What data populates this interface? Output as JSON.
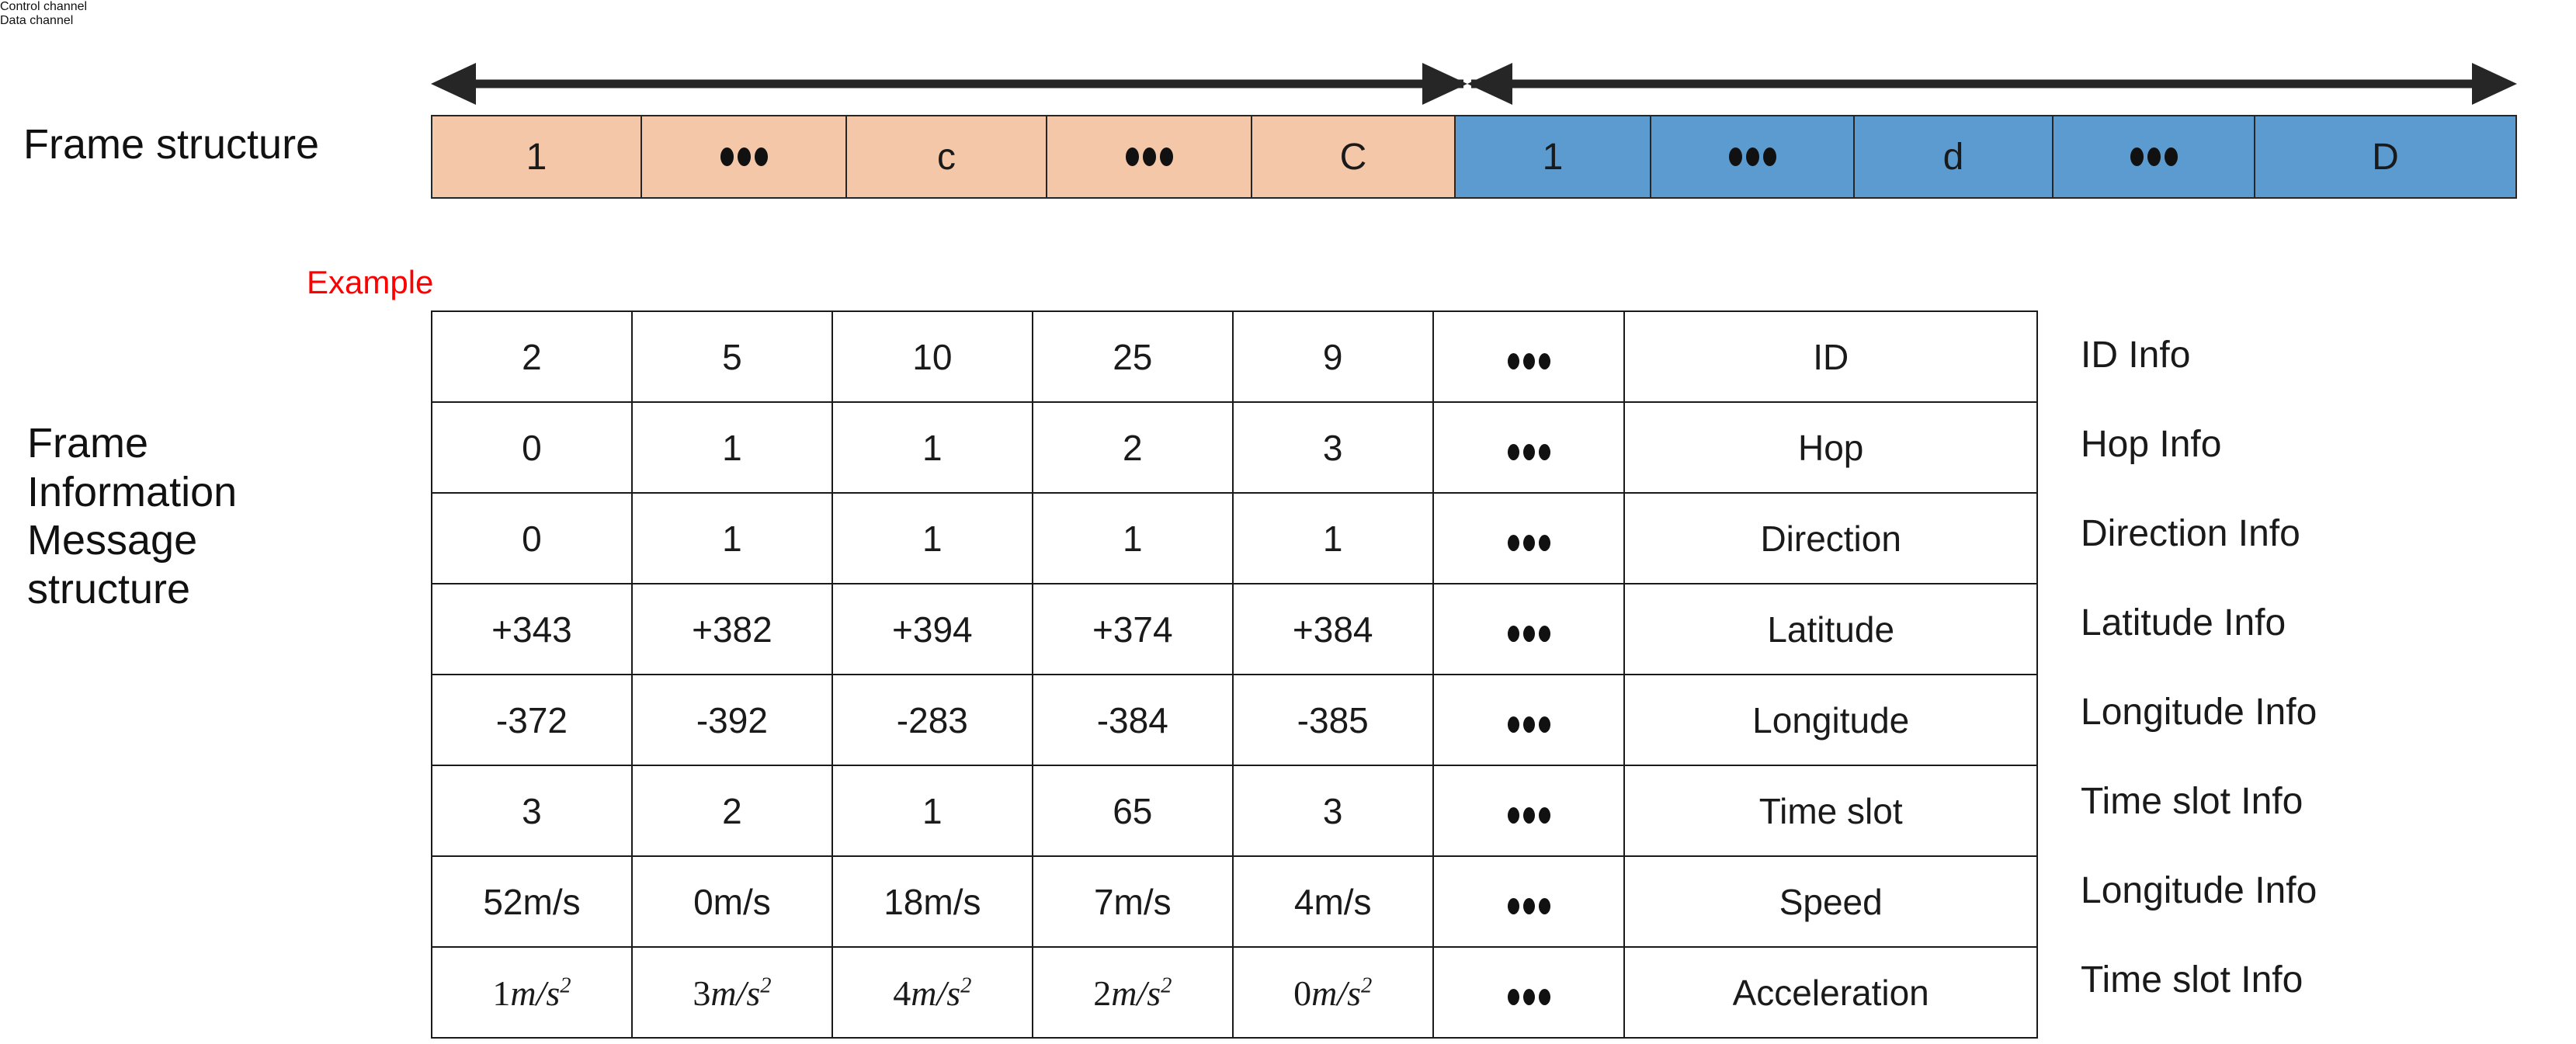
{
  "channels": {
    "control": {
      "label": "Control channel",
      "arrow_direction": "left",
      "color": "#F4C7A8"
    },
    "data": {
      "label": "Data channel",
      "arrow_direction": "right",
      "color": "#5B9BD0"
    }
  },
  "frame_structure": {
    "row_label": "Frame structure",
    "cells": [
      {
        "text": "1",
        "channel": "control",
        "is_ellipsis": false
      },
      {
        "text": "•••",
        "channel": "control",
        "is_ellipsis": true
      },
      {
        "text": "c",
        "channel": "control",
        "is_ellipsis": false
      },
      {
        "text": "•••",
        "channel": "control",
        "is_ellipsis": true
      },
      {
        "text": "C",
        "channel": "control",
        "is_ellipsis": false
      },
      {
        "text": "1",
        "channel": "data",
        "is_ellipsis": false
      },
      {
        "text": "•••",
        "channel": "data",
        "is_ellipsis": true
      },
      {
        "text": "d",
        "channel": "data",
        "is_ellipsis": false
      },
      {
        "text": "•••",
        "channel": "data",
        "is_ellipsis": true
      },
      {
        "text": "D",
        "channel": "data",
        "is_ellipsis": false
      }
    ]
  },
  "example_caption": "Example",
  "message_structure": {
    "row_label": "Frame\nInformation\nMessage\nstructure",
    "ellipsis_cell": "•••",
    "rows": [
      {
        "values": [
          "2",
          "5",
          "10",
          "25",
          "9"
        ],
        "field": "ID",
        "info": "ID Info",
        "math": false
      },
      {
        "values": [
          "0",
          "1",
          "1",
          "2",
          "3"
        ],
        "field": "Hop",
        "info": "Hop Info",
        "math": false
      },
      {
        "values": [
          "0",
          "1",
          "1",
          "1",
          "1"
        ],
        "field": "Direction",
        "info": "Direction Info",
        "math": false
      },
      {
        "values": [
          "+343",
          "+382",
          "+394",
          "+374",
          "+384"
        ],
        "field": "Latitude",
        "info": "Latitude Info",
        "math": false
      },
      {
        "values": [
          "-372",
          "-392",
          "-283",
          "-384",
          "-385"
        ],
        "field": "Longitude",
        "info": "Longitude Info",
        "math": false
      },
      {
        "values": [
          "3",
          "2",
          "1",
          "65",
          "3"
        ],
        "field": "Time slot",
        "info": "Time slot Info",
        "math": false
      },
      {
        "values": [
          "52m/s",
          "0m/s",
          "18m/s",
          "7m/s",
          "4m/s"
        ],
        "field": "Speed",
        "info": "Longitude Info",
        "math": false
      },
      {
        "values": [
          "1m/s²",
          "3m/s²",
          "4m/s²",
          "2m/s²",
          "0m/s²"
        ],
        "field": "Acceleration",
        "info": "Time slot Info",
        "math": true,
        "math_parts": [
          {
            "num": "1",
            "unit": "m/s",
            "exp": "2"
          },
          {
            "num": "3",
            "unit": "m/s",
            "exp": "2"
          },
          {
            "num": "4",
            "unit": "m/s",
            "exp": "2"
          },
          {
            "num": "2",
            "unit": "m/s",
            "exp": "2"
          },
          {
            "num": "0",
            "unit": "m/s",
            "exp": "2"
          }
        ]
      }
    ]
  },
  "colors": {
    "control_channel_fill": "#F4C7A8",
    "data_channel_fill": "#5B9BD0",
    "stroke": "#1a1a1a",
    "example_text": "#FF0000",
    "background": "#FFFFFF"
  }
}
